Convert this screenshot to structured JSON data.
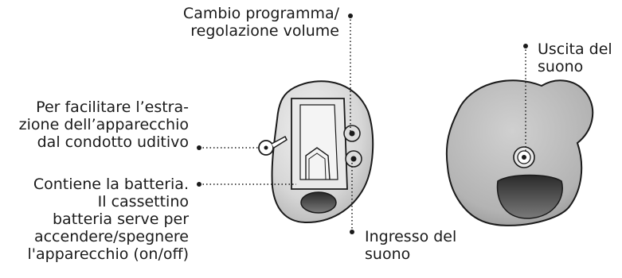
{
  "labels": {
    "program_change": [
      "Cambio programma/",
      "regolazione volume"
    ],
    "sound_outlet": [
      "Uscita del",
      "suono"
    ],
    "removal": [
      "Per facilitare l’estra-",
      "zione dell’apparecchio",
      "dal condotto uditivo"
    ],
    "battery": [
      "Contiene la batteria.",
      "Il cassettino",
      "batteria serve per",
      "accendere/spegnere",
      "l'apparecchio (on/off)"
    ],
    "sound_inlet": [
      "Ingresso del",
      "suono"
    ]
  },
  "colors": {
    "shell_light": "#e3e3e3",
    "shell_mid": "#c8c8c8",
    "outline": "#1a1a1a",
    "dark": "#3a3a3a"
  }
}
